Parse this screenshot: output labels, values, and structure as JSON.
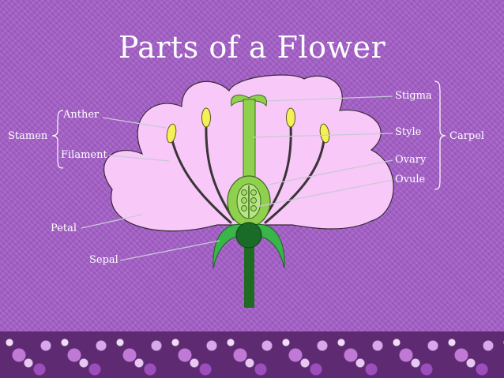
{
  "title": "Parts of a Flower",
  "labels": {
    "stamen": "Stamen",
    "anther": "Anther",
    "filament": "Filament",
    "petal": "Petal",
    "sepal": "Sepal",
    "stigma": "Stigma",
    "style": "Style",
    "ovary": "Ovary",
    "ovule": "Ovule",
    "carpel": "Carpel"
  },
  "colors": {
    "background": "#a45fc8",
    "petal": "#f8c8f8",
    "carpel_green": "#8fd14f",
    "sepal_green": "#39b54a",
    "stem_green": "#1f6b22",
    "anther_yellow": "#f5f055",
    "pointer_line": "#c9c9d6"
  }
}
